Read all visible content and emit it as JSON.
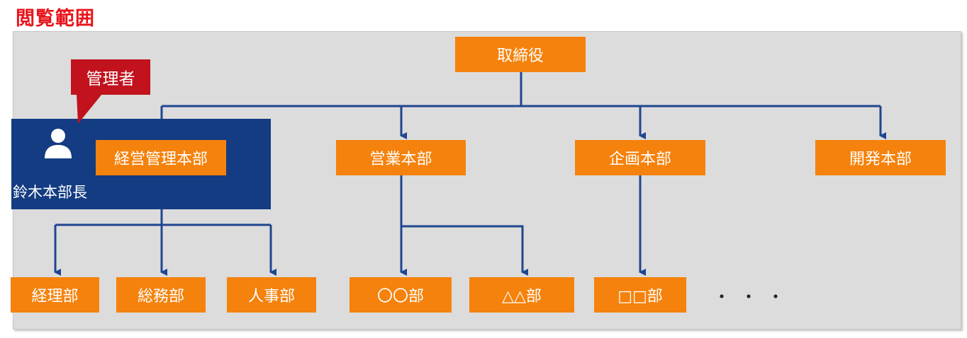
{
  "title": "閲覧範囲",
  "badge": "管理者",
  "manager_name": "鈴木本部長",
  "top": "取締役",
  "divisions": [
    "経営管理本部",
    "営業本部",
    "企画本部",
    "開発本部"
  ],
  "departments": {
    "management": [
      "経理部",
      "総務部",
      "人事部"
    ],
    "sales": [
      "〇〇部",
      "△△部"
    ],
    "planning": [
      "□□部"
    ]
  },
  "ellipsis": "・・・",
  "colors": {
    "box": "#f5820c",
    "highlight": "#143c82",
    "badge": "#c1121e",
    "line": "#1f4690",
    "panel": "#dcdcdc",
    "title": "#e8141b"
  },
  "icons": [
    "person-icon"
  ]
}
